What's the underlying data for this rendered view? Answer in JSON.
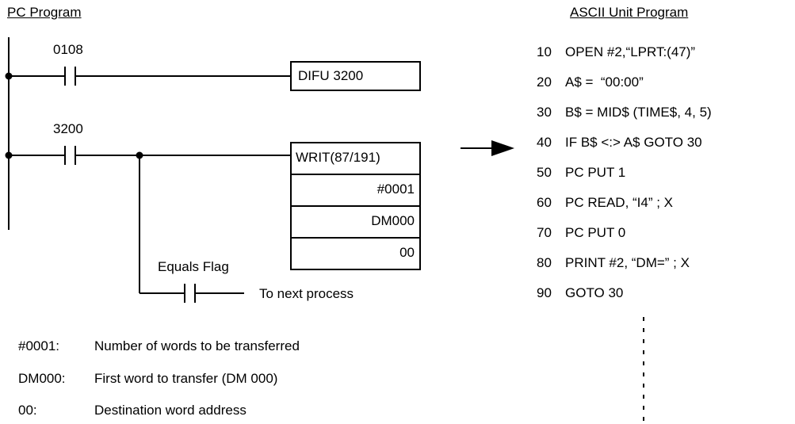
{
  "pc_program": {
    "title": "PC Program",
    "rung1": {
      "contact_address": "0108",
      "instruction": "DIFU 3200"
    },
    "rung2": {
      "contact_address": "3200",
      "instruction": "WRIT(87/191)",
      "operands": [
        "#0001",
        "DM000",
        "00"
      ],
      "branch_contact_label": "Equals Flag",
      "branch_output_label": "To next process"
    },
    "legend": [
      {
        "key": "#0001:",
        "desc": "Number of words to be transferred"
      },
      {
        "key": "DM000:",
        "desc": "First word to transfer (DM 000)"
      },
      {
        "key": "00:",
        "desc": "Destination word address"
      }
    ]
  },
  "ascii_program": {
    "title": "ASCII Unit Program",
    "lines": [
      {
        "num": "10",
        "code": "OPEN #2,“LPRT:(47)”"
      },
      {
        "num": "20",
        "code": "A$ =  “00:00”"
      },
      {
        "num": "30",
        "code": "B$ = MID$ (TIME$, 4, 5)"
      },
      {
        "num": "40",
        "code": "IF B$ <:> A$ GOTO 30"
      },
      {
        "num": "50",
        "code": "PC PUT 1"
      },
      {
        "num": "60",
        "code": "PC READ, “I4” ; X"
      },
      {
        "num": "70",
        "code": "PC PUT 0"
      },
      {
        "num": "80",
        "code": "PRINT #2, “DM=” ; X"
      },
      {
        "num": "90",
        "code": "GOTO 30"
      }
    ]
  }
}
